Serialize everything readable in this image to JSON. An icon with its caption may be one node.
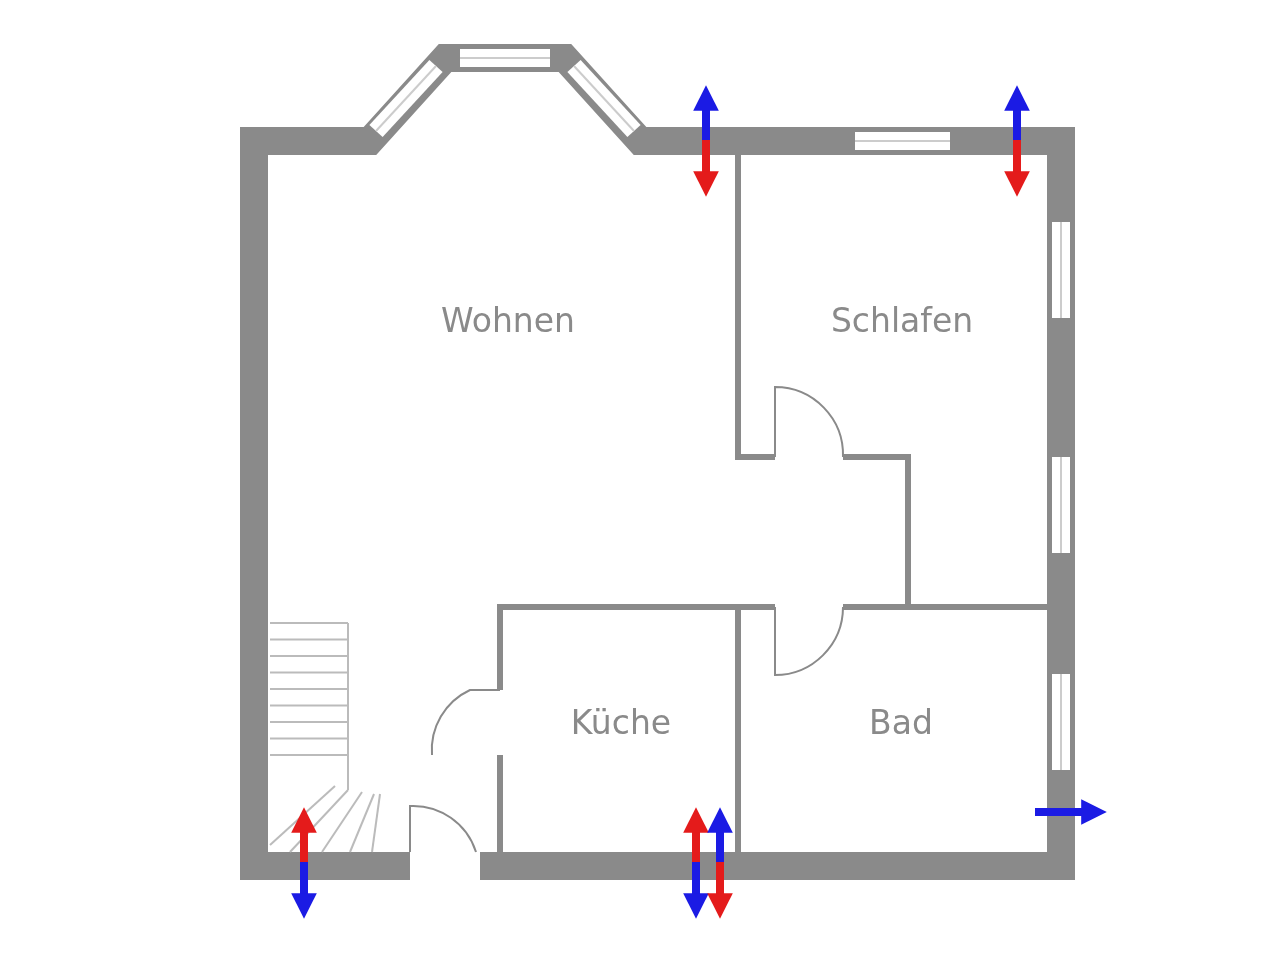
{
  "diagram": {
    "labels": [
      "Wohnen",
      "Schlafen",
      "Küche",
      "Bad"
    ]
  }
}
